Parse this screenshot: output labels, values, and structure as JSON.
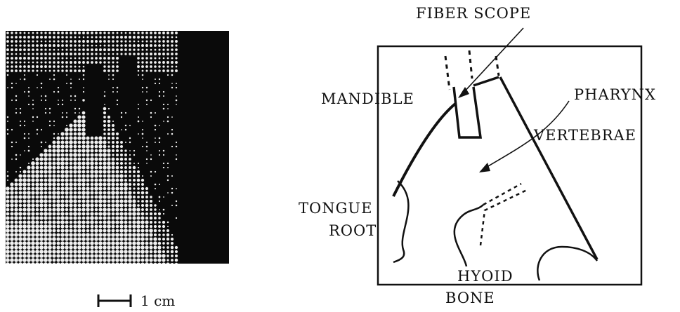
{
  "scale_bar": {
    "label": "1 cm"
  },
  "labels": {
    "fiber_scope": "FIBER SCOPE",
    "mandible": "MANDIBLE",
    "pharynx": "PHARYNX",
    "vertebrae": "VERTEBRAE",
    "tongue_root_line1": "TONGUE",
    "tongue_root_line2": "ROOT",
    "hyoid_line1": "HYOID",
    "hyoid_line2": "BONE"
  },
  "colors": {
    "ink": "#111111",
    "image_dark": "#0a0a0a",
    "image_light": "#f0f0f0"
  }
}
